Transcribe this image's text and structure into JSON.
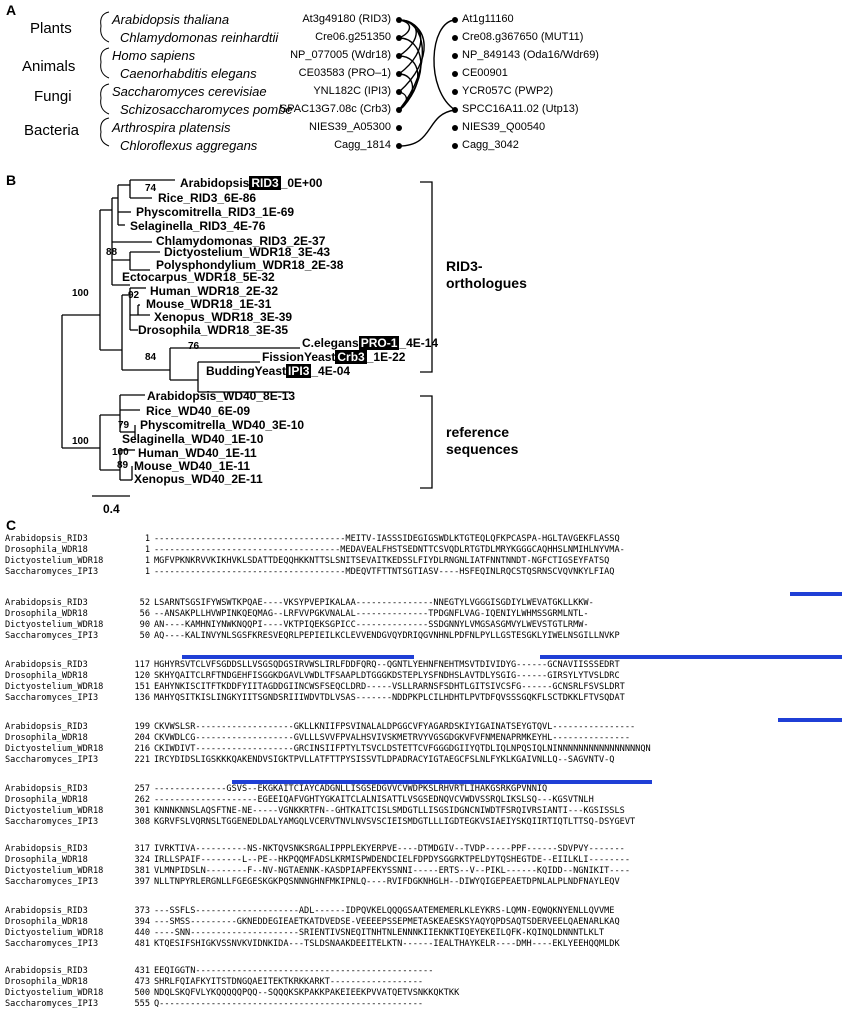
{
  "panel_a": {
    "letter": "A",
    "groups": [
      {
        "kingdom": "Plants",
        "species": [
          "Arabidopsis thaliana",
          "Chlamydomonas reinhardtii"
        ]
      },
      {
        "kingdom": "Animals",
        "species": [
          "Homo sapiens",
          "Caenorhabditis elegans"
        ]
      },
      {
        "kingdom": "Fungi",
        "species": [
          "Saccharomyces cerevisiae",
          "Schizosaccharomyces pombe"
        ]
      },
      {
        "kingdom": "Bacteria",
        "species": [
          "Arthrospira platensis",
          "Chloroflexus aggregans"
        ]
      }
    ],
    "left_genes": [
      "At3g49180 (RID3)",
      "Cre06.g251350",
      "NP_077005 (Wdr18)",
      "CE03583 (PRO–1)",
      "YNL182C (IPI3)",
      "SPAC13G7.08c (Crb3)",
      "NIES39_A05300",
      "Cagg_1814"
    ],
    "right_genes": [
      "At1g11160",
      "Cre08.g367650 (MUT11)",
      "NP_849143 (Oda16/Wdr69)",
      "CE00901",
      "YCR057C (PWP2)",
      "SPCC16A11.02 (Utp13)",
      "NIES39_Q00540",
      "Cagg_3042"
    ]
  },
  "panel_b": {
    "letter": "B",
    "rid3_leaves": [
      {
        "pre": "Arabidopsis",
        "hl": "RID3",
        "post": "_0E+00"
      },
      {
        "pre": "Rice_RID3_6E-86"
      },
      {
        "pre": "Physcomitrella_RID3_1E-69"
      },
      {
        "pre": "Selaginella_RID3_4E-76"
      },
      {
        "pre": "Chlamydomonas_RID3_2E-37"
      },
      {
        "pre": "Dictyostelium_WDR18_3E-43"
      },
      {
        "pre": "Polysphondylium_WDR18_2E-38"
      },
      {
        "pre": "Ectocarpus_WDR18_5E-32"
      },
      {
        "pre": "Human_WDR18_2E-32"
      },
      {
        "pre": "Mouse_WDR18_1E-31"
      },
      {
        "pre": "Xenopus_WDR18_3E-39"
      },
      {
        "pre": "Drosophila_WDR18_3E-35"
      },
      {
        "pre": "C.elegans",
        "hl": "PRO-1",
        "post": "_4E-14"
      },
      {
        "pre": "FissionYeast",
        "hl": "Crb3",
        "post": "_1E-22"
      },
      {
        "pre": "BuddingYeast",
        "hl": "IPI3",
        "post": "_4E-04"
      }
    ],
    "ref_leaves": [
      {
        "pre": "Arabidopsis_WD40_8E-13"
      },
      {
        "pre": "Rice_WD40_6E-09"
      },
      {
        "pre": "Physcomitrella_WD40_3E-10"
      },
      {
        "pre": "Selaginella_WD40_1E-10"
      },
      {
        "pre": "Human_WD40_1E-11"
      },
      {
        "pre": "Mouse_WD40_1E-11"
      },
      {
        "pre": "Xenopus_WD40_2E-11"
      }
    ],
    "bootstrap": [
      "74",
      "88",
      "100",
      "92",
      "76",
      "84",
      "79",
      "100",
      "100",
      "89"
    ],
    "group_rid3": "RID3-\northologues",
    "group_ref": "reference\nsequences",
    "scale": "0.4"
  },
  "panel_c": {
    "letter": "C",
    "blocks": [
      {
        "rows": [
          {
            "name": "Arabidopsis_RID3",
            "pos": "1",
            "seq": "-------------------------------------MEITV-IASSSIDEGIGSWDLKTGTEQLQFKPCASPA-HGLTAVGEKFLASSQ"
          },
          {
            "name": "Drosophila_WDR18",
            "pos": "1",
            "seq": "------------------------------------MEDAVEALFHSTSEDNTTCSVQDLRTGTDLMRYKGGGCAQHHSLNMIHLNYVMA-"
          },
          {
            "name": "Dictyostelium_WDR18",
            "pos": "1",
            "seq": "MGFVPKNKRVVKIKHVKLSDATTDEQQHKKNTTSLSNITSEVAITKEDSSLFIYDLRNGNLIATFNNTNNDT-NGFCTIGSEYFATSQ"
          },
          {
            "name": "Saccharomyces_IPI3",
            "pos": "1",
            "seq": "-------------------------------------MDEQVTFTTNTSGTIASV----HSFEQINLRQCSTQSRNSCVQVNKYLFIAQ"
          }
        ]
      },
      {
        "rows": [
          {
            "name": "Arabidopsis_RID3",
            "pos": "52",
            "seq": "LSARNTSGSIFYWSWTKPQAE----VKSYPVEPIKALAA---------------NNEGTYLVGGGISGDIYLWEVATGKLLKKW-"
          },
          {
            "name": "Drosophila_WDR18",
            "pos": "56",
            "seq": "--ANSAKPLLHVWPINKQEQMAG--LRFVVPGKVNALAL--------------TPDGNFLVAG-IQENIYLWHMSSGRMLNTL-"
          },
          {
            "name": "Dictyostelium_WDR18",
            "pos": "90",
            "seq": "AN----KAMHNIYNWKNQQPI----VKTPIQEKSGPICC--------------SSDGNNYLVMGSASGMVYLWEVSTGTLRMW-"
          },
          {
            "name": "Saccharomyces_IPI3",
            "pos": "50",
            "seq": "AQ----KALINVYNLSGSFKRESVEQRLPEPIEILKCLEVVENDGVQYDRIQGVNHNLPDFNLPYLLGSTESGKLYIWELNSGILLNVKP"
          }
        ]
      },
      {
        "rows": [
          {
            "name": "Arabidopsis_RID3",
            "pos": "117",
            "seq": "HGHYRSVTCLVFSGDDSLLVSGSQDGSIRVWSLIRLFDDFQRQ--QGNTLYEHNFNEHTMSVTDIVIDYG------GCNAVIISSSEDRT"
          },
          {
            "name": "Drosophila_WDR18",
            "pos": "120",
            "seq": "SKHYQAITCLRFTNDGEHFISGGKDGAVLVWDLTFSAAPLDTGGGKDSTEPLYSFNDHSLAVTDLYSGIG------GIRSYLYTVSLDRC"
          },
          {
            "name": "Dictyostelium_WDR18",
            "pos": "151",
            "seq": "EAHYNKISCITFTKDDFYIITAGDDGIINCWSFSEQCLDRD-----VSLLRARNSFSDHTLGITSIVCSFG------GCNSRLFSVSLDRT"
          },
          {
            "name": "Saccharomyces_IPI3",
            "pos": "136",
            "seq": "MAHYQSITKISLINGKYIITSGNDSRIIIWDVTDLVSAS-------NDDPKPLCILHDHTLPVTDFQVSSSGQKFLSCTDKKLFTVSQDAT"
          }
        ]
      },
      {
        "rows": [
          {
            "name": "Arabidopsis_RID3",
            "pos": "199",
            "seq": "CKVWSLSR-------------------GKLLKNIIFPSVINALALDPGGCVFYAGARDSKIYIGAINATSEYGTQVL----------------"
          },
          {
            "name": "Drosophila_WDR18",
            "pos": "204",
            "seq": "CKVWDLCG-------------------GVLLLSVVFPVALHSVIVSKMETRVYVGSGDGKVFVFNMENAPRMKEYHL---------------"
          },
          {
            "name": "Dictyostelium_WDR18",
            "pos": "216",
            "seq": "CKIWDIVT-------------------GRCINSIIFPTYLTSVCLDSTETTCVFGGGDGIIYQTDLIQLNPQSIQLNINNNNNNNNNNNNNNNNQN"
          },
          {
            "name": "Saccharomyces_IPI3",
            "pos": "221",
            "seq": "IRCYDIDSLIGSKKKQAKENDVSIGKTPVLLATFTTPYSISSVTLDPADRACYIGTAEGCFSLNLFYKLKGAIVNLLQ--SAGVNTV-Q"
          }
        ]
      },
      {
        "rows": [
          {
            "name": "Arabidopsis_RID3",
            "pos": "257",
            "seq": "--------------GSVS--EKGKAITCIAYCADGNLLISGSEDGVVCVWDPKSLRHVRTLIHAKGSRKGPVNNIQ"
          },
          {
            "name": "Drosophila_WDR18",
            "pos": "262",
            "seq": "--------------------EGEEIQAFVGHTYGKAITCLALNISATTLVSGSEDNQVCVWDVSSRQLIKSLSQ---KGSVTNLH"
          },
          {
            "name": "Dictyostelium_WDR18",
            "pos": "301",
            "seq": "KNNNKNNSLAQSFTNE-NE-----VGNKKRTFN--GHTKAITCISLSMDGTLLISGSIDGNCNIWDTFSRQIVRSIANTI---KGSISSLS"
          },
          {
            "name": "Saccharomyces_IPI3",
            "pos": "308",
            "seq": "KGRVFSLVQRNSLTGGENEDLDALYAMGQLVCERVTNVLNVSVSCIEISMDGTLLLIGDTEGKVSIAEIYSKQIIRTIQTLTTSQ-DSYGEVT"
          }
        ]
      },
      {
        "rows": [
          {
            "name": "Arabidopsis_RID3",
            "pos": "317",
            "seq": "IVRKTIVA----------NS-NKTQVSNKSRGALIPPPLEKYERPVE----DTMDGIV--TVDP-----PPF------SDVPVY-------"
          },
          {
            "name": "Drosophila_WDR18",
            "pos": "324",
            "seq": "IRLLSPAIF--------L--PE--HKPQQMFADSLKRMISPWDENDCIELFDPDYSGGRKTPELDYTQSHEGTDE--EIILKLI--------"
          },
          {
            "name": "Dictyostelium_WDR18",
            "pos": "381",
            "seq": "VLMNPIDSLN--------F--NV-NGTAENNK-KASDPIAPFEKYSSNNI-----ERTS--V--PIKL------KQIDD--NGNIKIT----"
          },
          {
            "name": "Saccharomyces_IPI3",
            "pos": "397",
            "seq": "NLLTNPYRLERGNLLFGEGESKGKPQSNNNGHNFMKIPNLQ----RVIFDGKNHGLH--DIWYQIGEPEAETDPNLALPLNDFNAYLEQV"
          }
        ]
      },
      {
        "rows": [
          {
            "name": "Arabidopsis_RID3",
            "pos": "373",
            "seq": "---SSFLS--------------------ADL------IDPQVKELQQQGSAATEMEMERLKLEYKRS-LQMN-EQWQKNYENLLQVVME"
          },
          {
            "name": "Drosophila_WDR18",
            "pos": "394",
            "seq": "---SMSS---------GKNEDDEGIEAETKATDVEDSE-VEEEEPSSEPMETASKEAESKSYAQYQPDSAQTSDERVEELQAENARLKAQ"
          },
          {
            "name": "Dictyostelium_WDR18",
            "pos": "440",
            "seq": "----SNN---------------------SRIENTIVSNEQITNHTNLENNNKIIEKNKTIQEYEKEILQFK-KQINQLDNNNTLKLT"
          },
          {
            "name": "Saccharomyces_IPI3",
            "pos": "481",
            "seq": "KTQESIFSHIGKVSSNVKVIDNKIDA---TSLDSNAAKDEEITELKTN------IEALTHAYKELR----DMH----EKLYEEHQQMLDK"
          }
        ]
      },
      {
        "rows": [
          {
            "name": "Arabidopsis_RID3",
            "pos": "431",
            "seq": "EEQIGGTN----------------------------------------------"
          },
          {
            "name": "Drosophila_WDR18",
            "pos": "473",
            "seq": "SHRLFQIAFKYITSTDNGQAEITEKTKRKKARKT------------------"
          },
          {
            "name": "Dictyostelium_WDR18",
            "pos": "500",
            "seq": "NDQLSKQFVLYKQQQQQPQQ--SQQQKSKPAKKPAKEIEEKPVVATQETVSNKKQKTKK"
          },
          {
            "name": "Saccharomyces_IPI3",
            "pos": "555",
            "seq": "Q---------------------------------------------------"
          }
        ]
      }
    ]
  },
  "colors": {
    "highlight": "#000000",
    "shade": "#c8c8c8",
    "wd40_bar": "#1f3fd6"
  }
}
